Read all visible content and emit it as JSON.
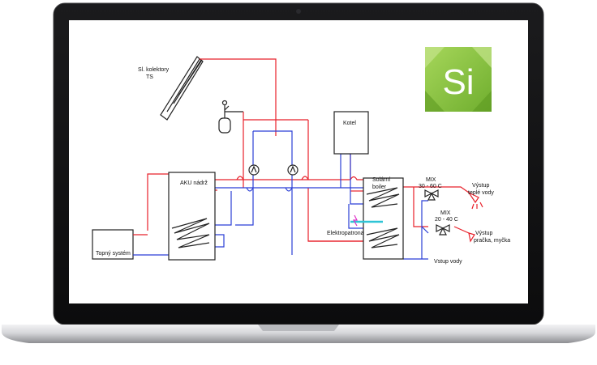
{
  "labels": {
    "collectors_line1": "Sl. kolektory",
    "collectors_line2": "TS",
    "aku_tank": "AKU nádrž",
    "boiler": "Kotel",
    "solar_boiler_line1": "Solární",
    "solar_boiler_line2": "boiler",
    "electric_heater": "Elektropatrona",
    "heating_system": "Topný systém",
    "mix1_title": "MIX",
    "mix1_range": "30 - 60 C",
    "mix2_title": "MIX",
    "mix2_range": "20 - 40 C",
    "hot_water_line1": "Výstup",
    "hot_water_line2": "teplé vody",
    "washer_line1": "Výstup",
    "washer_line2": "pračka, myčka",
    "water_inlet": "Vstup vody"
  },
  "logo": {
    "text": "Si",
    "color": "#8cc63f"
  },
  "colors": {
    "hot_pipe": "#e8202a",
    "cold_pipe": "#2b3fd6",
    "accent": "#2ec4d6",
    "electric": "#e030c8"
  }
}
